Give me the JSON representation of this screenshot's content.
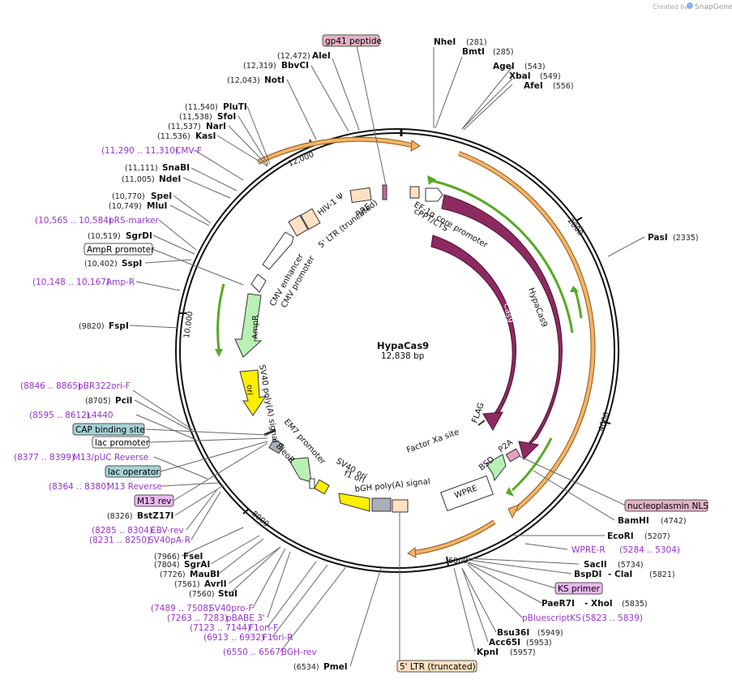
{
  "brand": {
    "created_by": "Created by",
    "name": "SnapGene"
  },
  "plasmid": {
    "name": "HypaCas9",
    "size_label": "12,838 bp"
  },
  "ruler_ticks": [
    "2000",
    "4000",
    "6000",
    "8000",
    "10,000",
    "12,000"
  ],
  "top_right_sites": [
    {
      "name": "NheI",
      "pos": "(281)"
    },
    {
      "name": "BmtI",
      "pos": "(285)"
    },
    {
      "name": "AgeI",
      "pos": "(543)"
    },
    {
      "name": "XbaI",
      "pos": "(549)"
    },
    {
      "name": "AfeI",
      "pos": "(556)"
    },
    {
      "name": "PasI",
      "pos": "(2335)"
    }
  ],
  "top_left_sites": [
    {
      "name": "AleI",
      "pos": "(12,472)"
    },
    {
      "name": "BbvCI",
      "pos": "(12,319)"
    },
    {
      "name": "NotI",
      "pos": "(12,043)"
    },
    {
      "name": "PluTI",
      "pos": "(11,540)"
    },
    {
      "name": "SfoI",
      "pos": "(11,538)"
    },
    {
      "name": "NarI",
      "pos": "(11,537)"
    },
    {
      "name": "KasI",
      "pos": "(11,536)"
    },
    {
      "name": "SnaBI",
      "pos": "(11,111)"
    },
    {
      "name": "NdeI",
      "pos": "(11,005)"
    },
    {
      "name": "SpeI",
      "pos": "(10,770)"
    },
    {
      "name": "MluI",
      "pos": "(10,749)"
    },
    {
      "name": "SgrDI",
      "pos": "(10,519)"
    },
    {
      "name": "SspI",
      "pos": "(10,402)"
    },
    {
      "name": "FspI",
      "pos": "(9820)"
    },
    {
      "name": "PciI",
      "pos": "(8705)"
    },
    {
      "name": "BstZ17I",
      "pos": "(8326)"
    },
    {
      "name": "FseI",
      "pos": "(7966)"
    },
    {
      "name": "SgrAI",
      "pos": "(7804)"
    },
    {
      "name": "MauBI",
      "pos": "(7726)"
    },
    {
      "name": "AvrII",
      "pos": "(7561)"
    },
    {
      "name": "StuI",
      "pos": "(7560)"
    },
    {
      "name": "PmeI",
      "pos": "(6534)"
    }
  ],
  "left_features": [
    {
      "range": "(11,290 .. 11,310)",
      "name": "CMV-F"
    },
    {
      "range": "(10,565 .. 10,584)",
      "name": "pRS-marker"
    },
    {
      "range": "(10,148 .. 10,167)",
      "name": "Amp-R"
    },
    {
      "range": "(8846 .. 8865)",
      "name": "pBR322ori-F"
    },
    {
      "range": "(8595 .. 8612)",
      "name": "L4440"
    },
    {
      "range": "(8377 .. 8399)",
      "name": "M13/pUC Reverse"
    },
    {
      "range": "(8364 .. 8380)",
      "name": "M13 Reverse"
    },
    {
      "range": "(8285 .. 8304)",
      "name": "EBV-rev"
    },
    {
      "range": "(8231 .. 8250)",
      "name": "SV40pA-R"
    },
    {
      "range": "(7489 .. 7508)",
      "name": "SV40pro-F"
    },
    {
      "range": "(7263 .. 7283)",
      "name": "pBABE 3'"
    },
    {
      "range": "(7123 .. 7144)",
      "name": "F1ori-F"
    },
    {
      "range": "(6913 .. 6932)",
      "name": "F1ori-R"
    },
    {
      "range": "(6550 .. 6567)",
      "name": "BGH-rev"
    }
  ],
  "right_bottom_sites": [
    {
      "name": "BamHI",
      "pos": "(4742)"
    },
    {
      "name": "EcoRI",
      "pos": "(5207)"
    },
    {
      "name": "SacII",
      "pos": "(5734)"
    },
    {
      "name": "BspDI",
      "pos": "- ClaI"
    },
    {
      "name": "BspDI_pos",
      "pos": "(5821)"
    },
    {
      "name": "PaeR7I",
      "pos": "- XhoI"
    },
    {
      "name": "PaeR7I_pos",
      "pos": "(5835)"
    },
    {
      "name": "Bsu36I",
      "pos": "(5949)"
    },
    {
      "name": "Acc65I",
      "pos": "(5953)"
    },
    {
      "name": "KpnI",
      "pos": "(5957)"
    }
  ],
  "right_features": [
    {
      "range": "(5284 .. 5304)",
      "name": "WPRE-R"
    },
    {
      "range": "(5823 .. 5839)",
      "name": "pBluescriptKS"
    }
  ],
  "boxed_labels": {
    "gp41": "gp41 peptide",
    "ampr_promoter": "AmpR promoter",
    "cap": "CAP binding site",
    "lac_promoter": "lac promoter",
    "lac_operator": "lac operator",
    "m13rev": "M13 rev",
    "nls": "nucleoplasmin NLS",
    "ks": "KS primer",
    "ltr5": "5' LTR (truncated)"
  },
  "inner_labels": {
    "hiv": "HIV-1 Ψ",
    "rre": "RRE",
    "ltr": "5' LTR (truncated)",
    "cmv_enh": "CMV enhancer",
    "cmv_pro": "CMV promoter",
    "ef1a": "EF-1α core promoter",
    "cppt": "cPPT/CTS",
    "hypacas9": "HypaCas9",
    "cas9": "Cas9",
    "ampr": "AmpR",
    "ori": "ori",
    "sv40pa": "SV40 poly(A) signal",
    "em7": "EM7 promoter",
    "bleor": "BleoR",
    "sv40ori": "SV40 ori",
    "f1ori": "f1 ori",
    "bgh": "bGH poly(A) signal",
    "factorxa": "Factor Xa site",
    "flag": "FLAG",
    "bsd": "BSD",
    "p2a": "P2A",
    "wpre": "WPRE"
  },
  "colors": {
    "backbone": "#111111",
    "cas9": "#8e2a62",
    "green": "#b9f0b4",
    "green_line": "#55aa22",
    "orange": "#f4b366",
    "yellow": "#ffee00",
    "feature_text": "#9933cc",
    "teal_box": "#a6d3d6",
    "pink_box": "#e2b3c8",
    "violet_box": "#e9b8f0",
    "peach_box": "#ffe0c2"
  }
}
